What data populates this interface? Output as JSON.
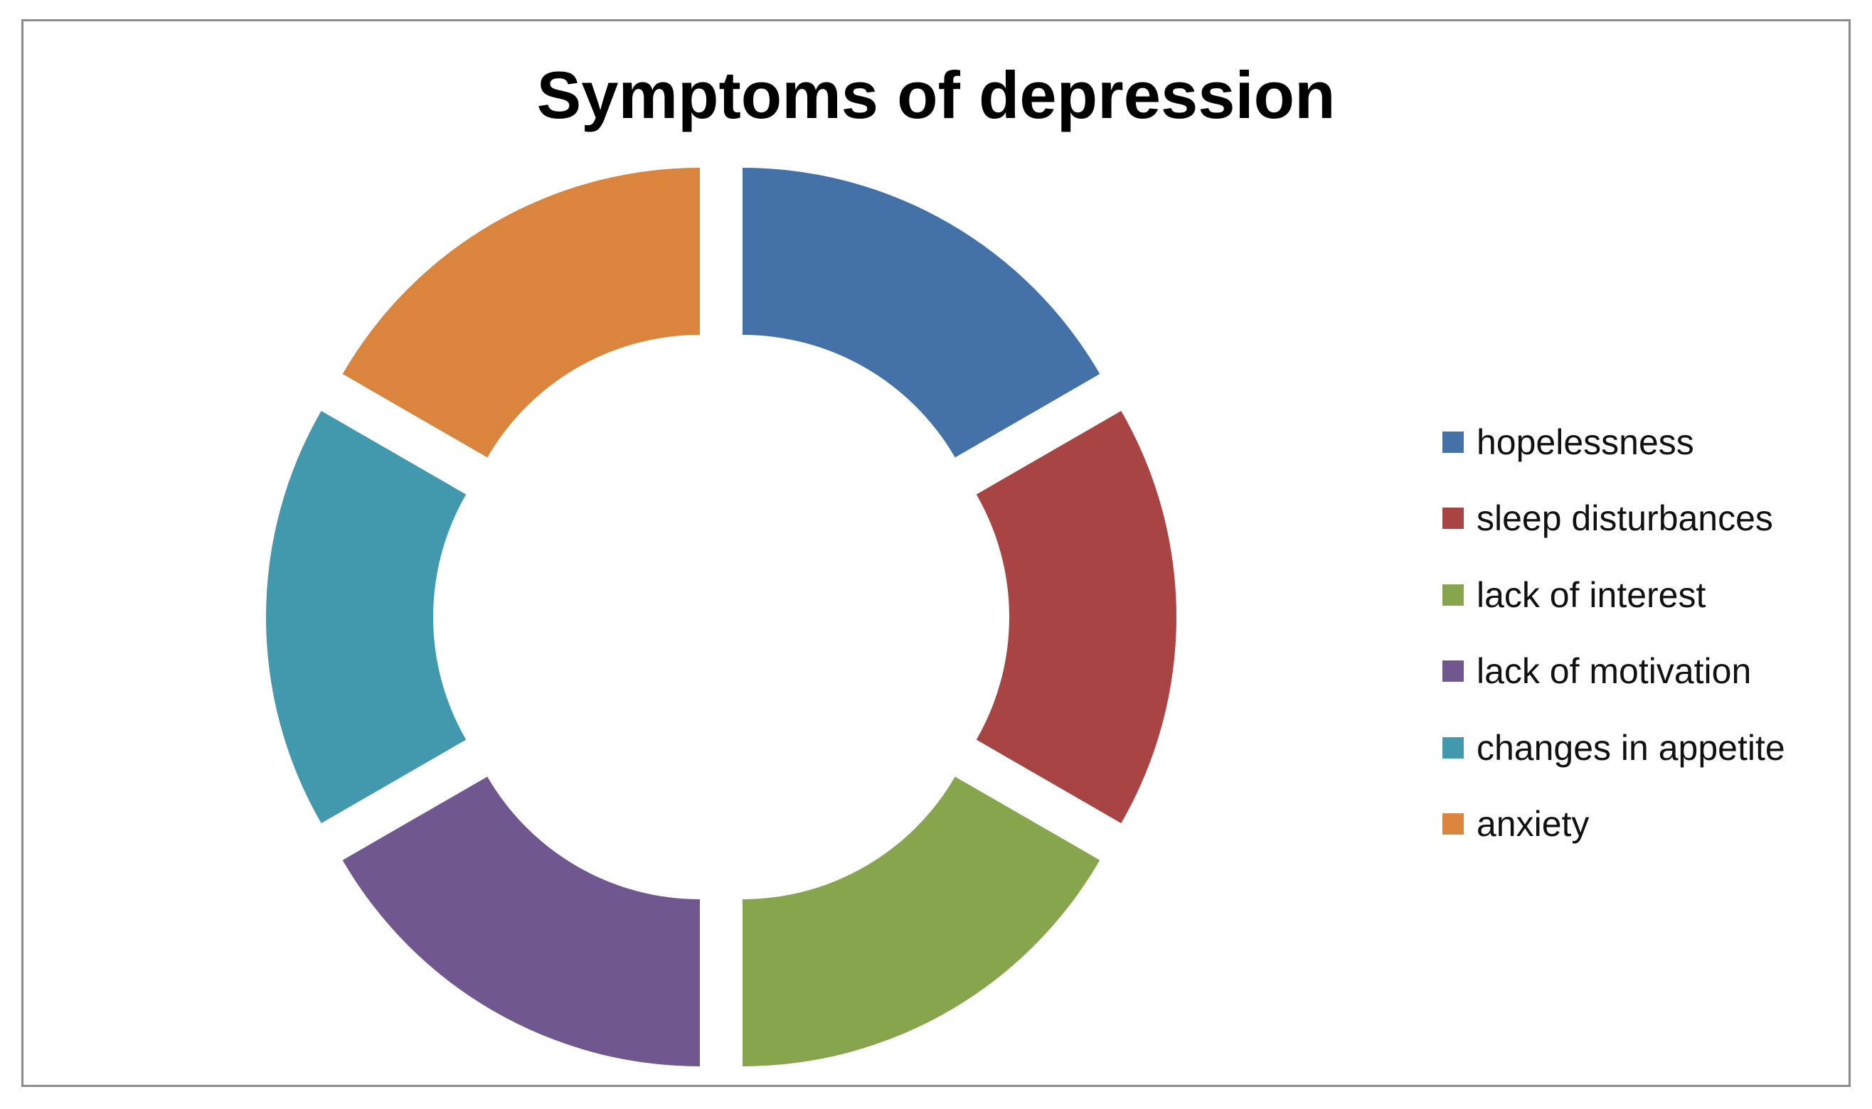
{
  "chart_data": {
    "type": "pie",
    "subtype": "exploded-donut",
    "title": "Symptoms of depression",
    "categories": [
      "hopelessness",
      "sleep disturbances",
      "lack of interest",
      "lack of motivation",
      "changes in appetite",
      "anxiety"
    ],
    "values": [
      1,
      1,
      1,
      1,
      1,
      1
    ],
    "colors": [
      "#4472a8",
      "#a84443",
      "#87a54d",
      "#70578f",
      "#4298ad",
      "#db843e"
    ],
    "legend_position": "right"
  }
}
